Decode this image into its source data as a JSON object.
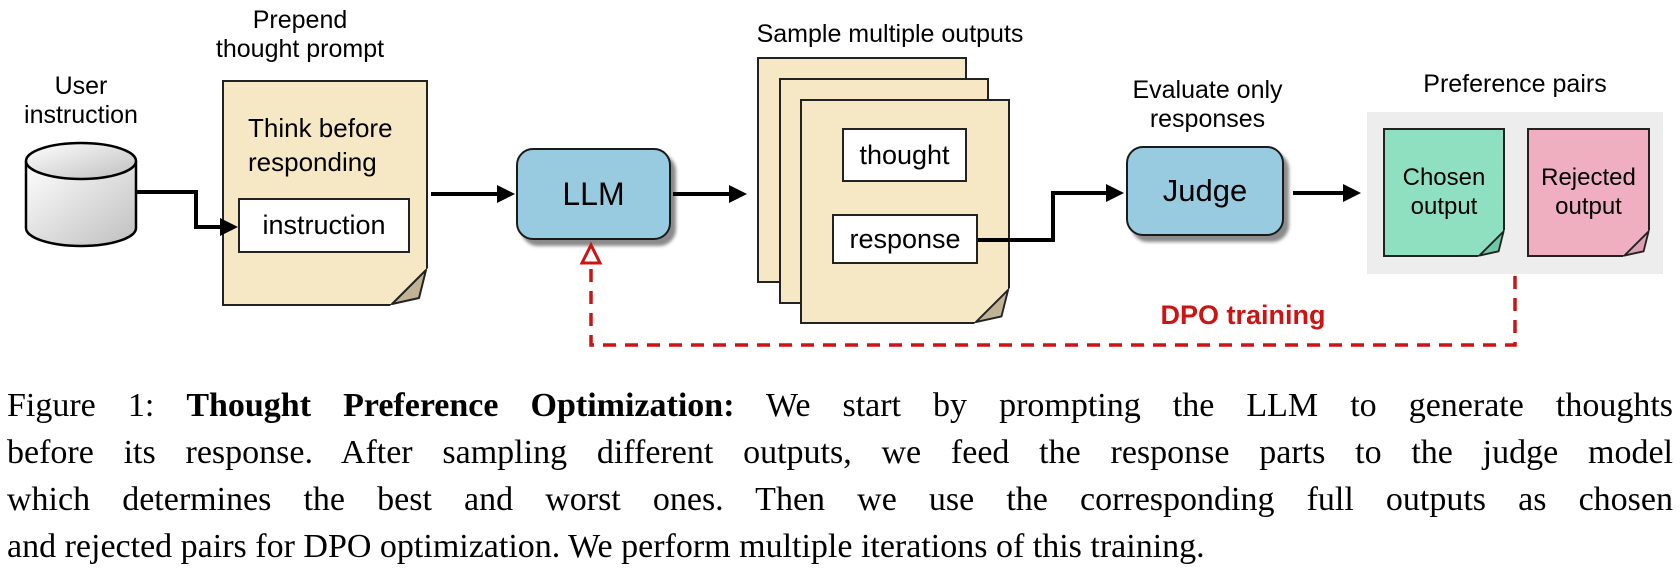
{
  "figure": {
    "labels": {
      "user_instruction": "User\ninstruction",
      "prepend_title": "Prepend\nthought prompt",
      "think_before": "Think before\nresponding",
      "instruction": "instruction",
      "llm": "LLM",
      "sample_title": "Sample multiple outputs",
      "thought": "thought",
      "response": "response",
      "evaluate_title": "Evaluate only\nresponses",
      "judge": "Judge",
      "preference_title": "Preference pairs",
      "chosen": "Chosen\noutput",
      "rejected": "Rejected\noutput",
      "dpo_training": "DPO training"
    },
    "colors": {
      "document_tan": "#F6E8C5",
      "process_blue": "#98CBDF",
      "chosen_green": "#8FE0C0",
      "rejected_pink": "#EFAFC1",
      "panel_grey": "#EDEDED",
      "dpo_red": "#CC1414",
      "arrow_black": "#000000"
    }
  },
  "caption": {
    "line1_prefix": "Figure 1: ",
    "line1_bold": "Thought Preference Optimization:",
    "line1_rest": " We start by prompting the LLM to generate thoughts",
    "line2": "before its response. After sampling different outputs, we feed the response parts to the judge model",
    "line3": "which determines the best and worst ones. Then we use the corresponding full outputs as chosen",
    "line4": "and rejected pairs for DPO optimization. We perform multiple iterations of this training."
  }
}
